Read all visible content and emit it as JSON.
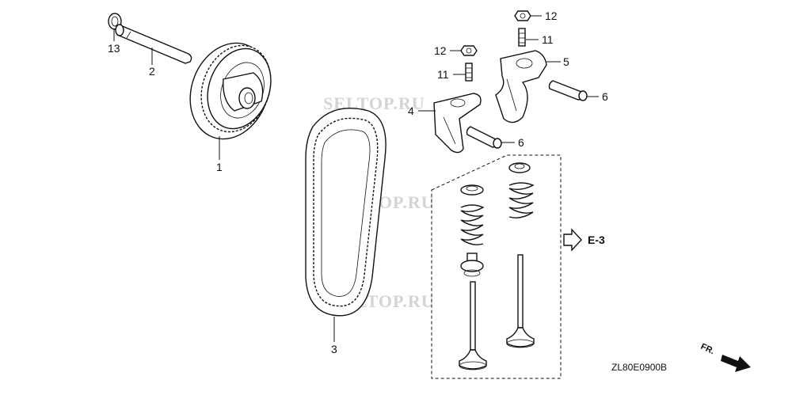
{
  "watermarks": [
    "SELTOP.RU",
    "SELTOP.RU",
    "SELTOP.RU"
  ],
  "callouts": {
    "c1": "1",
    "c2": "2",
    "c3": "3",
    "c4": "4",
    "c5": "5",
    "c6a": "6",
    "c6b": "6",
    "c11a": "11",
    "c11b": "11",
    "c12a": "12",
    "c12b": "12",
    "c13": "13"
  },
  "section_ref": "E-3",
  "direction_label": "FR.",
  "diagram_code": "ZL80E0900B",
  "colors": {
    "line": "#111111",
    "watermark": "#d4d4d4",
    "background": "#ffffff"
  }
}
